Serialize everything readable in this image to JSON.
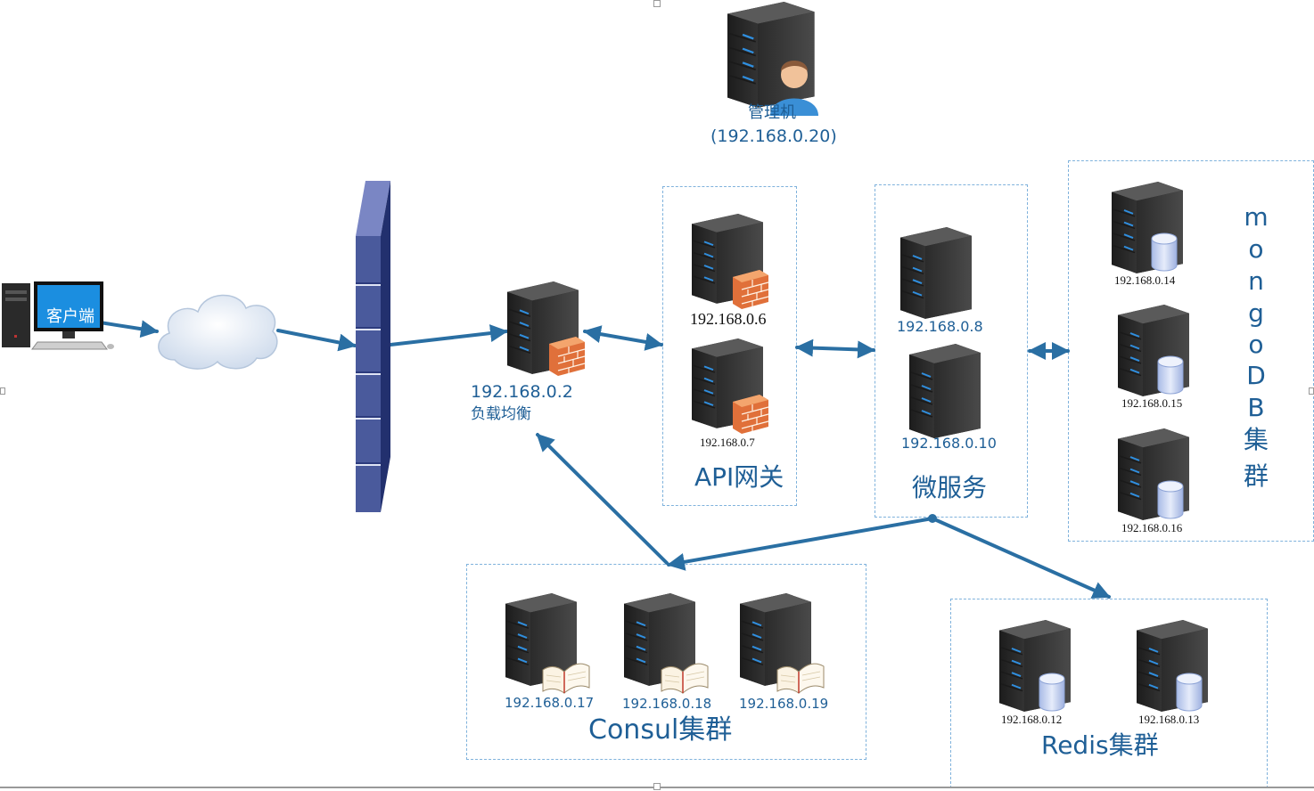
{
  "client": {
    "label": "客户端"
  },
  "manager": {
    "title": "管理机",
    "ip": "(192.168.0.20)"
  },
  "load_balancer": {
    "ip": "192.168.0.2",
    "label": "负载均衡"
  },
  "api_gateway": {
    "title": "API网关",
    "nodes": [
      "192.168.0.6",
      "192.168.0.7"
    ]
  },
  "microservices": {
    "title": "微服务",
    "nodes": [
      "192.168.0.8",
      "192.168.0.10"
    ]
  },
  "mongodb": {
    "title_chars": [
      "m",
      "o",
      "n",
      "g",
      "o",
      "D",
      "B",
      "集",
      "群"
    ],
    "nodes": [
      "192.168.0.14",
      "192.168.0.15",
      "192.168.0.16"
    ]
  },
  "consul": {
    "title": "Consul集群",
    "nodes": [
      "192.168.0.17",
      "192.168.0.18",
      "192.168.0.19"
    ]
  },
  "redis": {
    "title": "Redis集群",
    "nodes": [
      "192.168.0.12",
      "192.168.0.13"
    ]
  },
  "colors": {
    "arrow": "#2a6fa3",
    "label": "#1f5f96",
    "box_border": "#7fb2dc",
    "firewall": "#4a5a9c",
    "server": "#3a3a3a"
  }
}
